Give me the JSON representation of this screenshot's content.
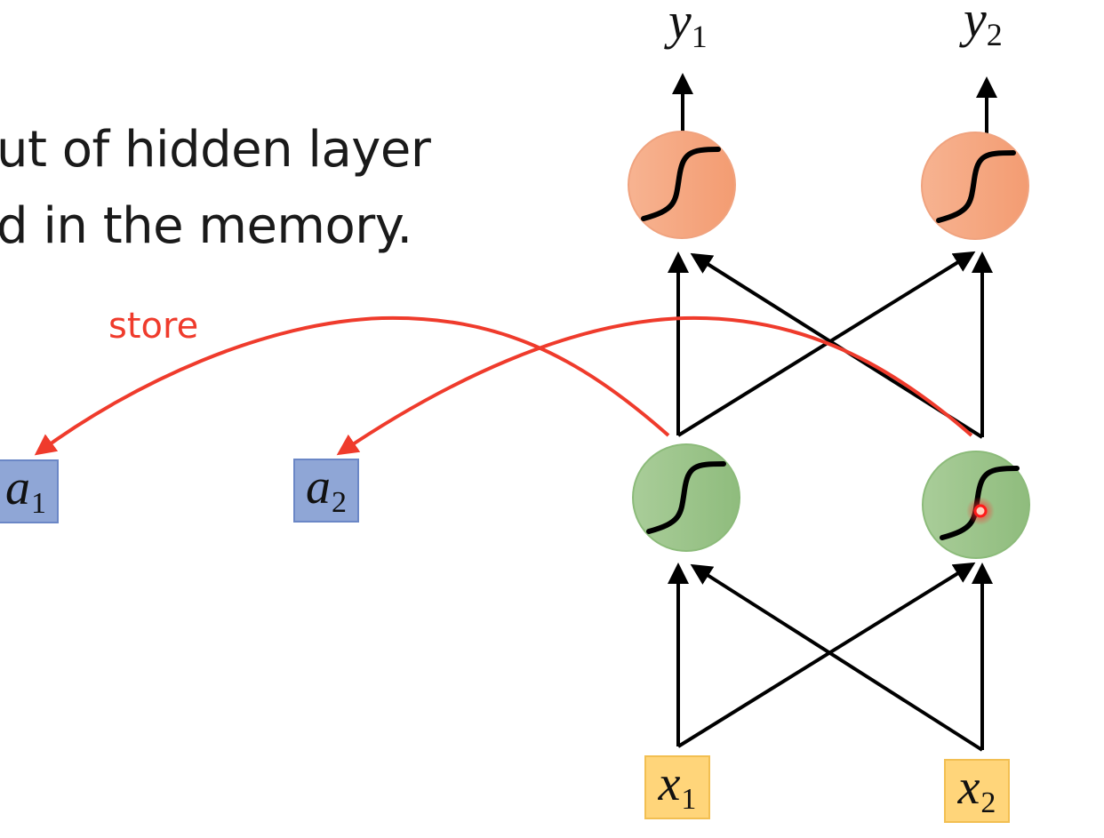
{
  "caption": {
    "line1": "ut of hidden layer",
    "line2": "d in the memory."
  },
  "store_label": "store",
  "memory": [
    {
      "var": "a",
      "sub": "1"
    },
    {
      "var": "a",
      "sub": "2"
    }
  ],
  "inputs": [
    {
      "var": "x",
      "sub": "1"
    },
    {
      "var": "x",
      "sub": "2"
    }
  ],
  "outputs": [
    {
      "var": "y",
      "sub": "1"
    },
    {
      "var": "y",
      "sub": "2"
    }
  ],
  "nodes": {
    "hidden_activation": "sigmoid",
    "output_activation": "sigmoid"
  },
  "colors": {
    "hidden_fill": "#9cc58a",
    "output_fill": "#f4a57e",
    "memory_fill": "#8fa6d6",
    "input_fill": "#ffd57a",
    "store_arrow": "#ef3b2c",
    "connection": "#000000"
  },
  "cursor": {
    "visible": true,
    "color": "#ff2020"
  }
}
